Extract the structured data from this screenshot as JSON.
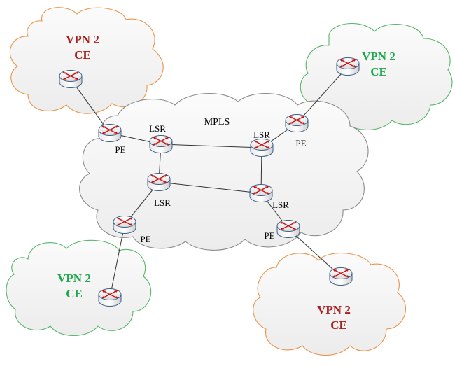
{
  "colors": {
    "site_red": "#a81c1c",
    "site_green": "#1aa84a",
    "cloud_orange": "#e9954a",
    "cloud_green": "#58b56a",
    "cloud_gray": "#8c8c8c",
    "router_blue": "#3a5f86",
    "arrow_red": "#c81010",
    "link": "#333333"
  },
  "core": {
    "label": "MPLS"
  },
  "sites": [
    {
      "id": "top-left",
      "line1": "VPN 2",
      "line2": "CE",
      "color": "red"
    },
    {
      "id": "top-right",
      "line1": "VPN 2",
      "line2": "CE",
      "color": "green"
    },
    {
      "id": "bottom-left",
      "line1": "VPN 2",
      "line2": "CE",
      "color": "green"
    },
    {
      "id": "bottom-right",
      "line1": "VPN 2",
      "line2": "CE",
      "color": "red"
    }
  ],
  "routers": {
    "pe_top_left": {
      "label": "PE"
    },
    "lsr_top_left": {
      "label": "LSR"
    },
    "lsr_top_right": {
      "label": "LSR"
    },
    "pe_top_right": {
      "label": "PE"
    },
    "lsr_mid_left": {
      "label": "LSR"
    },
    "lsr_mid_right": {
      "label": "LSR"
    },
    "pe_bottom_left": {
      "label": "PE"
    },
    "pe_bottom_right": {
      "label": "PE"
    },
    "ce_top_left": {},
    "ce_top_right": {},
    "ce_bottom_left": {},
    "ce_bottom_right": {}
  },
  "links": [
    [
      "ce_top_left",
      "pe_top_left"
    ],
    [
      "pe_top_left",
      "lsr_top_left"
    ],
    [
      "lsr_top_left",
      "lsr_top_right"
    ],
    [
      "lsr_top_left",
      "lsr_mid_left"
    ],
    [
      "lsr_top_right",
      "lsr_mid_right"
    ],
    [
      "lsr_mid_left",
      "lsr_mid_right"
    ],
    [
      "lsr_top_right",
      "pe_top_right"
    ],
    [
      "pe_top_right",
      "ce_top_right"
    ],
    [
      "lsr_mid_left",
      "pe_bottom_left"
    ],
    [
      "pe_bottom_left",
      "ce_bottom_left"
    ],
    [
      "lsr_mid_right",
      "pe_bottom_right"
    ],
    [
      "pe_bottom_right",
      "ce_bottom_right"
    ]
  ]
}
